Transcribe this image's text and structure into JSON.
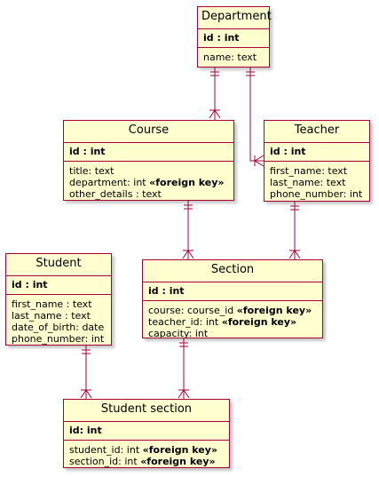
{
  "entities": {
    "department": {
      "name": "Department",
      "pk": "id : int",
      "fields": [
        {
          "text": "name: text",
          "fk": ""
        }
      ]
    },
    "course": {
      "name": "Course",
      "pk": "id : int",
      "fields": [
        {
          "text": "title: text",
          "fk": ""
        },
        {
          "text": "department: int ",
          "fk": "«foreign key»"
        },
        {
          "text": "other_details : text",
          "fk": ""
        }
      ]
    },
    "teacher": {
      "name": "Teacher",
      "pk": "id : int",
      "fields": [
        {
          "text": "first_name: text",
          "fk": ""
        },
        {
          "text": "last_name: text",
          "fk": ""
        },
        {
          "text": "phone_number: int",
          "fk": ""
        }
      ]
    },
    "student": {
      "name": "Student",
      "pk": "id : int",
      "fields": [
        {
          "text": "first_name : text",
          "fk": ""
        },
        {
          "text": "last_name : text",
          "fk": ""
        },
        {
          "text": "date_of_birth: date",
          "fk": ""
        },
        {
          "text": "phone_number: int",
          "fk": ""
        }
      ]
    },
    "section": {
      "name": "Section",
      "pk": "id : int",
      "fields": [
        {
          "text": "course: course_id ",
          "fk": "«foreign key»"
        },
        {
          "text": "teacher_id: int ",
          "fk": "«foreign key»"
        },
        {
          "text": "capacity: int",
          "fk": ""
        }
      ]
    },
    "student_section": {
      "name": "Student section",
      "pk": "id: int",
      "fields": [
        {
          "text": "student_id: int ",
          "fk": "«foreign key»"
        },
        {
          "text": "section_id: int ",
          "fk": "«foreign key»"
        }
      ]
    }
  },
  "relationships": [
    {
      "from": "Department",
      "to": "Course",
      "from_card": "exactly-one",
      "to_card": "one-or-many"
    },
    {
      "from": "Department",
      "to": "Teacher",
      "from_card": "exactly-one",
      "to_card": "one-or-many"
    },
    {
      "from": "Course",
      "to": "Section",
      "from_card": "exactly-one",
      "to_card": "one-or-many"
    },
    {
      "from": "Teacher",
      "to": "Section",
      "from_card": "exactly-one",
      "to_card": "one-or-many"
    },
    {
      "from": "Section",
      "to": "Student section",
      "from_card": "exactly-one",
      "to_card": "one-or-many"
    },
    {
      "from": "Student",
      "to": "Student section",
      "from_card": "exactly-one",
      "to_card": "one-or-many"
    }
  ],
  "colors": {
    "entity_fill": "#fefece",
    "entity_border": "#a80036",
    "connector": "#a80036"
  }
}
